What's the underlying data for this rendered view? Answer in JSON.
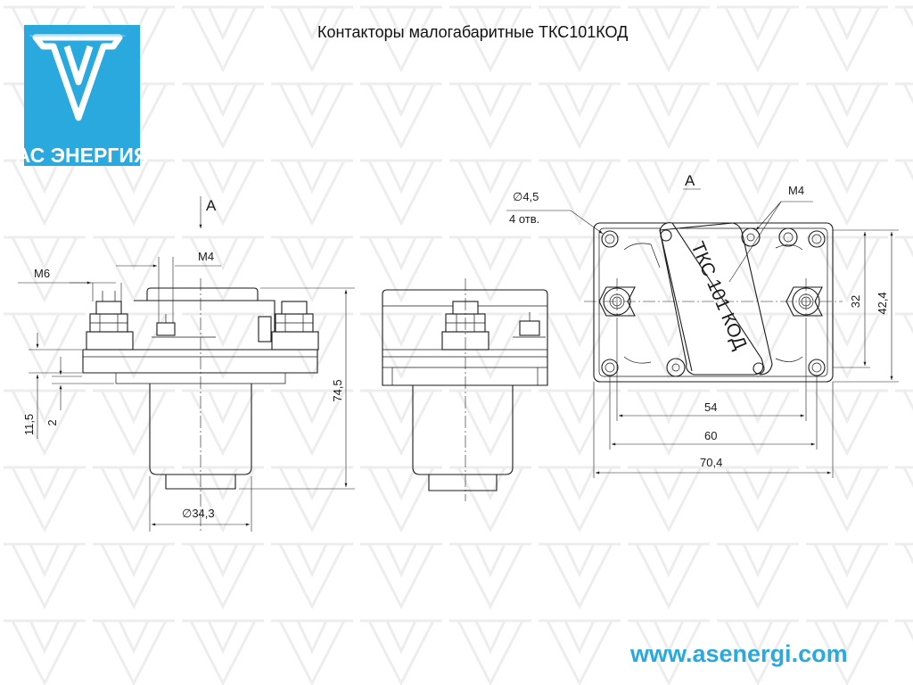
{
  "header": {
    "title": "Контакторы малогабаритные ТКС101КОД"
  },
  "logo": {
    "icon": "delta-shield-logo-icon",
    "text": "АС ЭНЕРГИЯ",
    "bg_color": "#2aa9df"
  },
  "footer": {
    "url": "www.asenergi.com",
    "url_color": "#2aa9df"
  },
  "views": {
    "side": {
      "view_arrow": "A",
      "dims": {
        "thread_big": "М6",
        "thread_small": "М4",
        "height_total": "74,5",
        "height_base": "11,5",
        "base_thick": "2",
        "diameter": "∅34,3"
      }
    },
    "top": {
      "view_label": "А",
      "plate_text": "ТКС 101 КОД",
      "dims": {
        "hole_dia": "∅4,5",
        "hole_count": "4 отв.",
        "thread": "М4",
        "w1": "54",
        "w2": "60",
        "w3": "70,4",
        "h1": "32",
        "h2": "42,4"
      }
    }
  },
  "colors": {
    "accent": "#2aa9df",
    "line": "#1a1a1a",
    "watermark": "#ececec"
  }
}
